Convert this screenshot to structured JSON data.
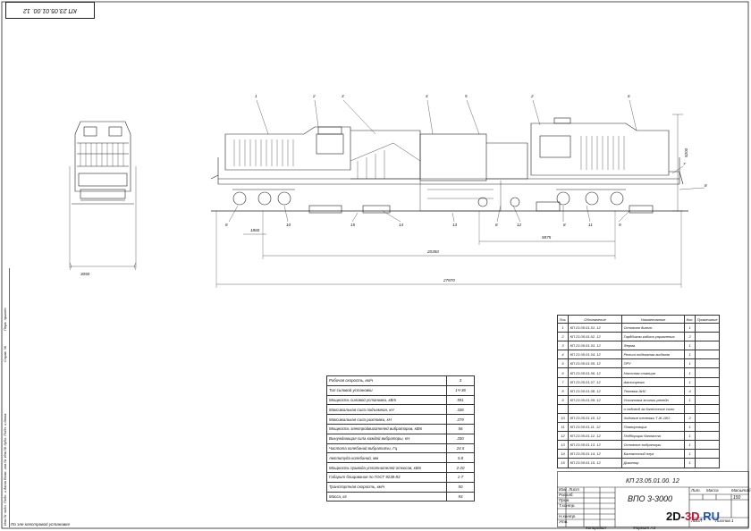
{
  "stamp_code": "КП 23.05.01.00. 12",
  "side_margin": {
    "ref_no": "Перв. примен.",
    "ref_sprav": "Справ. №",
    "bottom_note": "Инв.№ подл.  Подп. и дата  Взам. инв.№  Инв.№ дубл.  Подп. и дата",
    "copy_note": "По эле клестровой  установке"
  },
  "callouts": [
    "1",
    "2",
    "3",
    "4",
    "5",
    "2",
    "6",
    "7",
    "8"
  ],
  "bottom_callouts": [
    "8",
    "10",
    "15",
    "14",
    "13",
    "8",
    "12",
    "8",
    "11",
    "9"
  ],
  "dimensions": {
    "height": "5200",
    "width_front": "3050",
    "d1": "1860",
    "d2": "5875",
    "d3": "20350",
    "d4": "27870"
  },
  "specs": [
    {
      "name": "Рабочая скорость, км/ч",
      "value": "3"
    },
    {
      "name": "Тип силовой установки",
      "value": "1Ч-36"
    },
    {
      "name": "Мощность силовой установки, кВт",
      "value": "591"
    },
    {
      "name": "Максимальная сила подъемная, кН",
      "value": "336"
    },
    {
      "name": "Максимальная сила рихтовки, кН",
      "value": "279"
    },
    {
      "name": "Мощность электродвигателей вибраторов, кВт",
      "value": "56"
    },
    {
      "name": "Вынуждающая сила каждой вибраторы, кН",
      "value": "200"
    },
    {
      "name": "Частота колебаний вибратиты, Гц",
      "value": "24.5"
    },
    {
      "name": "Амплитуда колебаний, мм",
      "value": "5.8"
    },
    {
      "name": "Мощность привода уплотнителей откосов, кВт",
      "value": "2-20"
    },
    {
      "name": "Габарит блицования по ГОСТ 9238-83",
      "value": "1-Т"
    },
    {
      "name": "Транспортная скорость, км/ч",
      "value": "50"
    },
    {
      "name": "Масса, кг",
      "value": "93"
    }
  ],
  "parts_header": {
    "pos": "Поз.",
    "designation": "Обозначение",
    "name": "Наименование",
    "qty": "Кол.",
    "note": "Примечание"
  },
  "parts": [
    {
      "pos": "1",
      "designation": "КП 23.05.01.01. 12",
      "name": "Основная дизель",
      "qty": "1",
      "note": ""
    },
    {
      "pos": "2",
      "designation": "КП 23.05.01.02. 12",
      "name": "Гардбоком кабина управления",
      "qty": "2",
      "note": ""
    },
    {
      "pos": "3",
      "designation": "КП 23.05.01.03. 12",
      "name": "Ферма",
      "qty": "1",
      "note": ""
    },
    {
      "pos": "4",
      "designation": "КП 23.05.01.04. 12",
      "name": "Рельса подвижная выдачая",
      "qty": "1",
      "note": ""
    },
    {
      "pos": "5",
      "designation": "КП 23.05.01.05. 12",
      "name": "ПРУ",
      "qty": "1",
      "note": ""
    },
    {
      "pos": "6",
      "designation": "КП 23.05.01.06. 12",
      "name": "Насосная станция",
      "qty": "1",
      "note": ""
    },
    {
      "pos": "7",
      "designation": "КП 23.05.01.07. 12",
      "name": "Автосцепка",
      "qty": "1",
      "note": ""
    },
    {
      "pos": "8",
      "designation": "КП 23.05.01.08. 12",
      "name": "Тележка АИС",
      "qty": "4",
      "note": ""
    },
    {
      "pos": "9",
      "designation": "КП 23.05.01.09. 12",
      "name": "Установка этинги-релейн",
      "qty": "1",
      "note": ""
    },
    {
      "pos": "",
      "designation": "",
      "name": "и ходовой за балестные силы",
      "qty": "",
      "note": ""
    },
    {
      "pos": "10",
      "designation": "КП 23.05.01.10. 12",
      "name": "Ходовые тележки Т-Ж-18О",
      "qty": "2",
      "note": ""
    },
    {
      "pos": "11",
      "designation": "КП 23.05.01.11. 12",
      "name": "Планировщик",
      "qty": "1",
      "note": ""
    },
    {
      "pos": "12",
      "designation": "КП 23.05.01.12. 12",
      "name": "Подборщик балласта",
      "qty": "1",
      "note": ""
    },
    {
      "pos": "13",
      "designation": "КП 23.05.01.13. 12",
      "name": "Основные вибраторы",
      "qty": "1",
      "note": ""
    },
    {
      "pos": "14",
      "designation": "КП 23.05.01.14. 12",
      "name": "Балластный плуг",
      "qty": "1",
      "note": ""
    },
    {
      "pos": "15",
      "designation": "КП 23.05.01.15. 12",
      "name": "Дозатор",
      "qty": "1",
      "note": ""
    }
  ],
  "title_block": {
    "code": "КП 23.05.01.00. 12",
    "product": "ВПО 3-3000",
    "lit": "Лит.",
    "mass_label": "Масса",
    "scale_label": "Масштаб",
    "scale": "150",
    "sheet": "Лист",
    "sheets": "Листов 1",
    "rows": [
      "Изм. Лист",
      "Разраб.",
      "Пров.",
      "Т.контр.",
      "Н.контр.",
      "Утв."
    ],
    "copied": "Копировал",
    "format": "Формат  А3"
  },
  "logo": {
    "a": "2D-",
    "b": "3D",
    "c": ".RU"
  }
}
